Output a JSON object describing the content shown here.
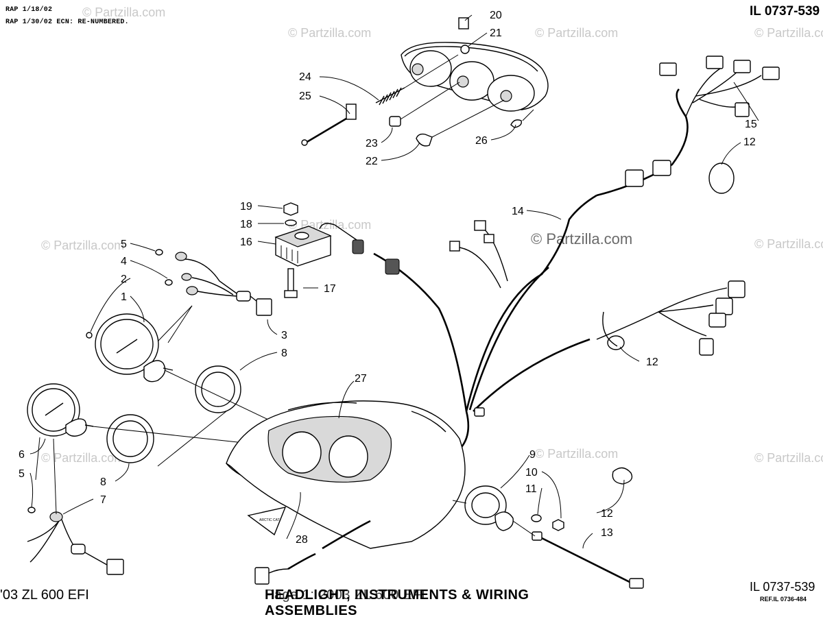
{
  "header": {
    "rap_line_1": "RAP 1/18/02",
    "rap_line_2": "RAP 1/30/02 ECN: RE-NUMBERED.",
    "illustration_id": "IL 0737-539"
  },
  "footer": {
    "model": "'03 ZL 600 EFI",
    "title": "HEADLIGHT, INSTRUMENTS & WIRING ASSEMBLIES",
    "title_overlay": "Page 1: 2003 ZL 600 EFI",
    "illustration_id": "IL 0737-539",
    "ref": "REF.IL 0736-484"
  },
  "watermarks": {
    "small": "© Partzilla.com",
    "center": "© Partzilla.com"
  },
  "decal_text": "ARCTIC CAT",
  "callouts": {
    "c1": "1",
    "c2": "2",
    "c3": "3",
    "c4": "4",
    "c5a": "5",
    "c5b": "5",
    "c6": "6",
    "c7": "7",
    "c8a": "8",
    "c8b": "8",
    "c9": "9",
    "c10": "10",
    "c11": "11",
    "c12a": "12",
    "c12b": "12",
    "c12c": "12",
    "c13": "13",
    "c14": "14",
    "c15": "15",
    "c16": "16",
    "c17": "17",
    "c18": "18",
    "c19": "19",
    "c20": "20",
    "c21": "21",
    "c22": "22",
    "c23": "23",
    "c24": "24",
    "c25": "25",
    "c26": "26",
    "c27": "27",
    "c28": "28"
  }
}
